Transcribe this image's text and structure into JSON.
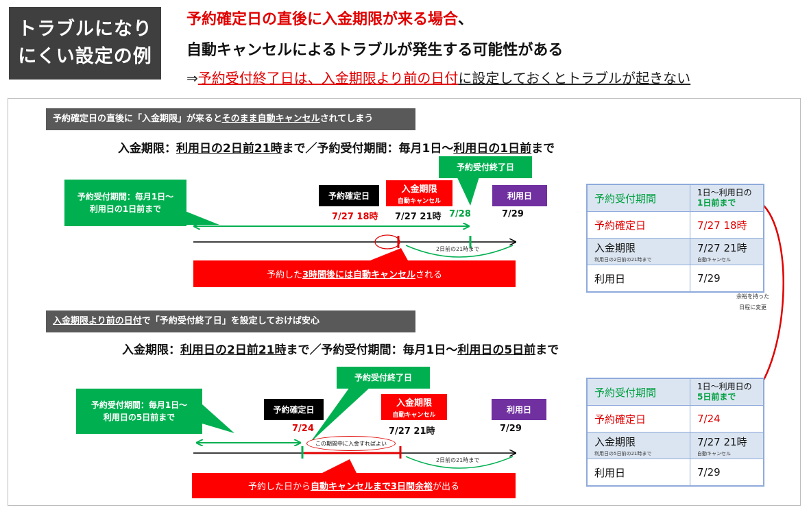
{
  "title_box": {
    "line1": "トラブルになり",
    "line2": "にくい設定の例"
  },
  "headline": {
    "line1_red": "予約確定日の直後に入金期限が来る場合",
    "line1_tail": "、",
    "line2": "自動キャンセルによるトラブルが発生する可能性がある",
    "line3_prefix": "⇒",
    "line3_red": "予約受付終了日は、入金期限より前の日付",
    "line3_rest": "に設定しておくとトラブルが起きない"
  },
  "case1": {
    "banner_a": "予約確定日の直後に「入金期限」が来ると",
    "banner_u": "そのまま自動キャンセル",
    "banner_b": "されてしまう",
    "rule_a": "入金期限：",
    "rule_u1": "利用日の2日前21時",
    "rule_b": "まで／予約受付期間：毎月1日〜",
    "rule_u2": "利用日の1日前",
    "rule_c": "まで",
    "period_l1": "予約受付期間：毎月1日〜",
    "period_l2": "利用日の1日前まで",
    "end_label": "予約受付終了日",
    "confirm_label": "予約確定日",
    "deadline_l1": "入金期限",
    "deadline_l2": "自動キャンセル",
    "use_label": "利用日",
    "date_confirm": "7/27 18時",
    "date_deadline": "7/27 21時",
    "date_end": "7/28",
    "date_use": "7/29",
    "arc_note": "2日前の21時まで",
    "bar_a": "予約した",
    "bar_u": "3時間後には自動キャンセル",
    "bar_b": "される"
  },
  "case2": {
    "banner_u": "入金期限より前の日付",
    "banner_b": "で「予約受付終了日」を設定しておけば安心",
    "rule_a": "入金期限：",
    "rule_u1": "利用日の2日前21時",
    "rule_b": "まで／予約受付期間：毎月1日〜",
    "rule_u2": "利用日の5日前",
    "rule_c": "まで",
    "period_l1": "予約受付期間：毎月1日〜",
    "period_l2": "利用日の5日前まで",
    "end_label": "予約受付終了日",
    "confirm_label": "予約確定日",
    "deadline_l1": "入金期限",
    "deadline_l2": "自動キャンセル",
    "use_label": "利用日",
    "date_confirm": "7/24",
    "date_deadline": "7/27 21時",
    "date_use": "7/29",
    "oval_note": "この期間中に入金すればよい",
    "arc_note": "2日前の21時まで",
    "bar_a": "予約した日から",
    "bar_u": "自動キャンセルまで3日間余裕",
    "bar_b": "が出る"
  },
  "table1": {
    "r1_label": "予約受付期間",
    "r1_top": "1日〜利用日の",
    "r1_bottom": "1日前まで",
    "r2_label": "予約確定日",
    "r2_value": "7/27  18時",
    "r3_label": "入金期限",
    "r3_sub": "利用日の2日前の21時まで",
    "r3_value": "7/27  21時",
    "r3_value_sub": "自動キャンセル",
    "r4_label": "利用日",
    "r4_value": "7/29"
  },
  "table2": {
    "r1_label": "予約受付期間",
    "r1_top": "1日〜利用日の",
    "r1_bottom": "5日前まで",
    "r2_label": "予約確定日",
    "r2_value": "7/24",
    "r3_label": "入金期限",
    "r3_sub": "利用日の5日前の21時まで",
    "r3_value": "7/27  21時",
    "r3_value_sub": "自動キャンセル",
    "r4_label": "利用日",
    "r4_value": "7/29"
  },
  "side_note": {
    "line1": "余裕を持った",
    "line2": "日程に変更"
  },
  "colors": {
    "green": "#00b050",
    "red": "#ff0000",
    "purple": "#7030a0",
    "banner": "#595959"
  }
}
